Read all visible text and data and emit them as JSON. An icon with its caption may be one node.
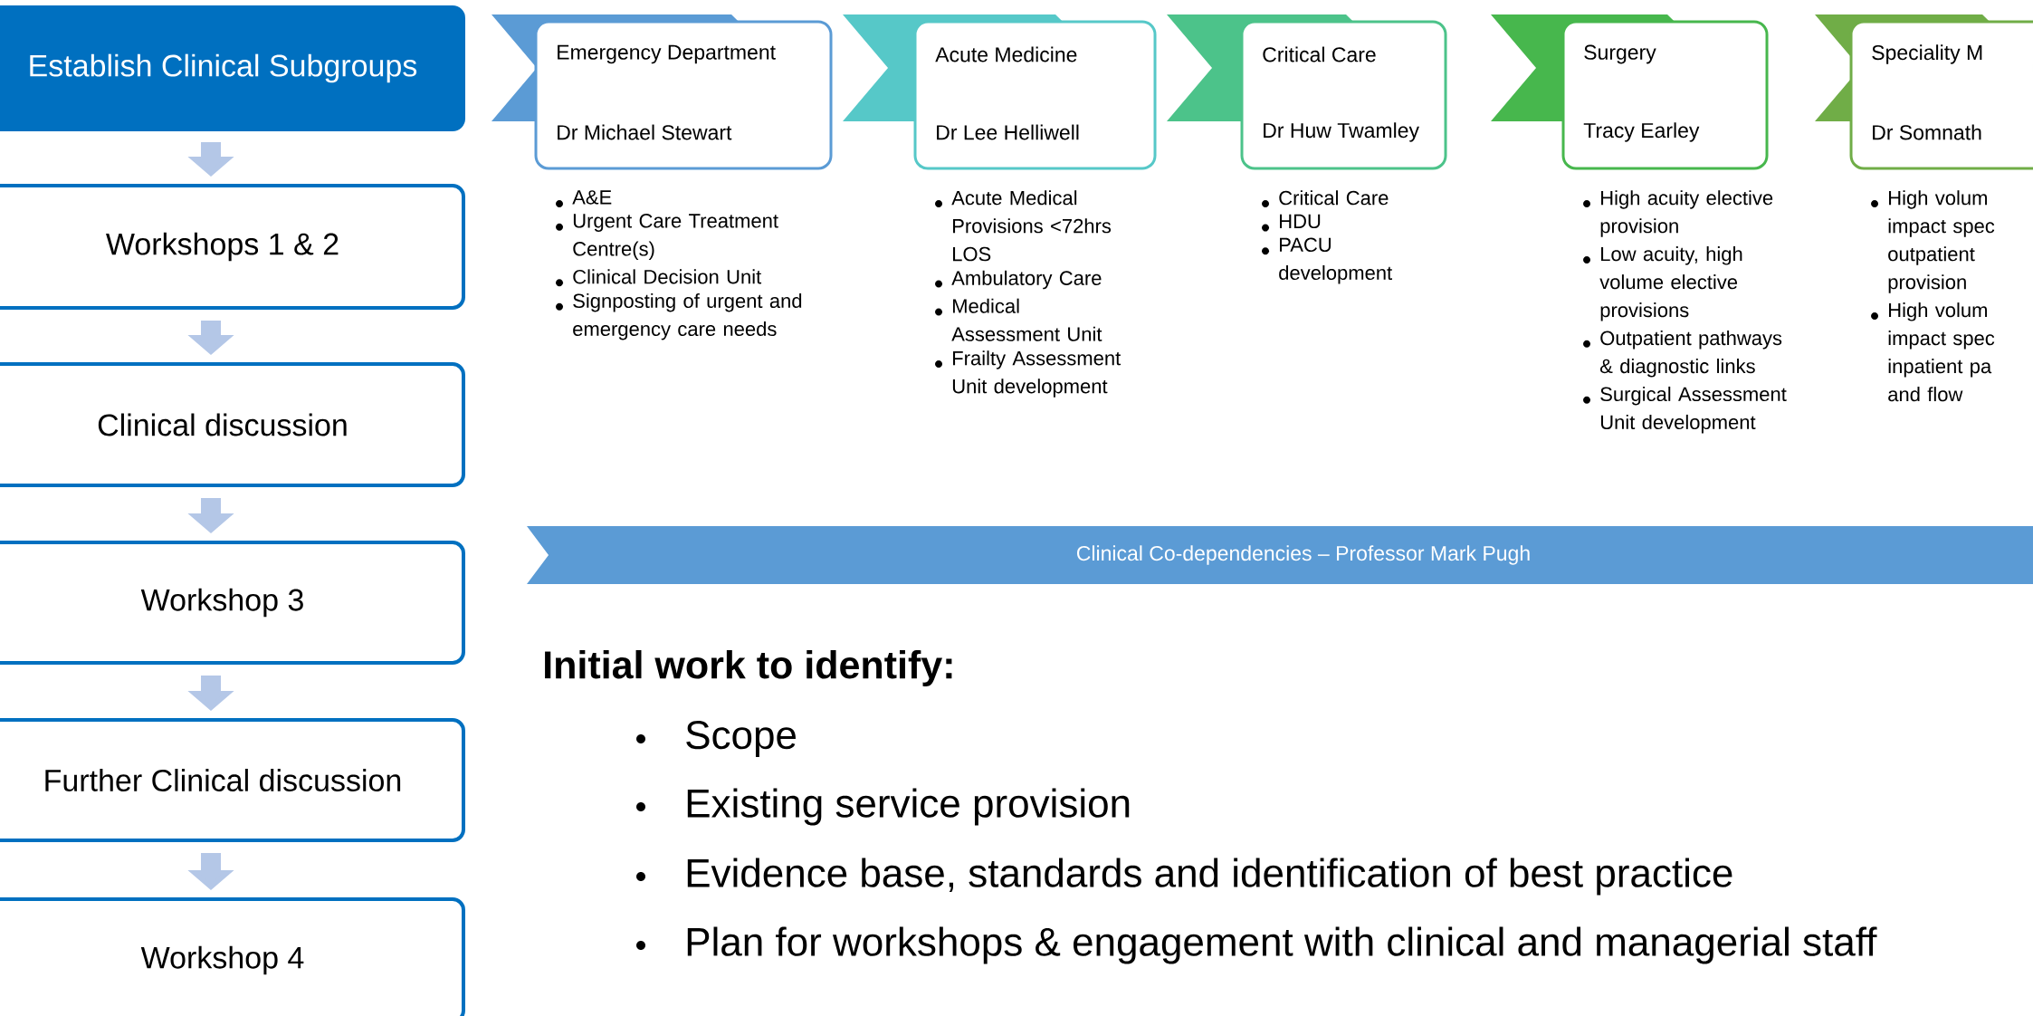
{
  "diagram": {
    "nodes": [
      {
        "text": [
          "Establish Clinical Subgroups"
        ]
      },
      {
        "text": [
          "Workshops 1 & 2"
        ]
      },
      {
        "text": [
          "Clinical discussion"
        ]
      },
      {
        "text": [
          "Workshop 3"
        ]
      },
      {
        "text": [
          "Further Clinical discussion"
        ]
      },
      {
        "text": [
          "Workshop 4"
        ]
      },
      {
        "text": [
          "Emergency Department",
          "Dr Michael Stewart"
        ],
        "beside": [
          "A&E",
          "Urgent Care Treatment Centre(s)",
          "Clinical Decision Unit",
          "Signposting of urgent and emergency care needs"
        ]
      },
      {
        "text": [
          "Acute Medicine",
          "Dr Lee Helliwell"
        ],
        "beside": [
          "Acute Medical Provisions <72hrs LOS",
          "Ambulatory Care",
          "Medical Assessment Unit",
          "Frailty Assessment Unit development"
        ]
      },
      {
        "text": [
          "Critical Care",
          "Dr Huw Twamley"
        ],
        "beside": [
          "Critical Care",
          "HDU",
          "PACU development"
        ]
      },
      {
        "text": [
          "Surgery",
          "Tracy Earley"
        ],
        "beside": [
          "High acuity elective provision",
          "Low acuity, high volume elective provisions",
          "Outpatient pathways & diagnostic links",
          "Surgical Assessment Unit development"
        ]
      },
      {
        "text": [
          "Speciality M",
          "Dr Somnath"
        ],
        "beside": [
          "High volum impact spec outpatient provision",
          "High volum impact spec inpatient pa and flow"
        ]
      },
      {
        "text": [
          "Clinical Co-dependencies – Professor Mark Pugh"
        ]
      }
    ],
    "edges": [
      {
        "from": 0,
        "to": 1,
        "arrow": "to"
      },
      {
        "from": 1,
        "to": 2,
        "arrow": "to"
      },
      {
        "from": 2,
        "to": 3,
        "arrow": "to"
      },
      {
        "from": 3,
        "to": 4,
        "arrow": "to"
      },
      {
        "from": 4,
        "to": 5,
        "arrow": "to"
      }
    ],
    "labels": [
      "Initial work to identify:",
      "Scope",
      "Existing service provision",
      "Evidence base, standards and identification of best practice",
      "Plan for workshops & engagement with clinical and managerial staff"
    ]
  }
}
